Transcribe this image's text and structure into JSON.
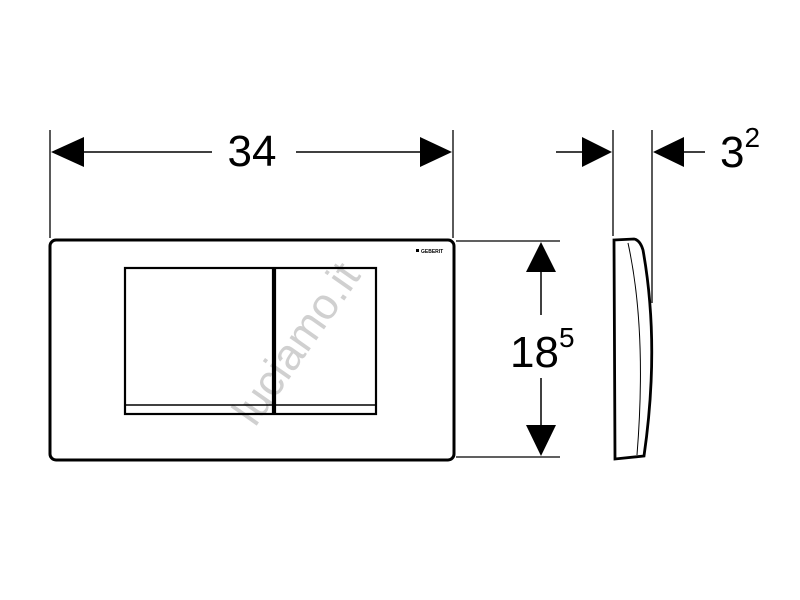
{
  "dimensions": {
    "width": {
      "main": "34",
      "sup": ""
    },
    "height": {
      "main": "18",
      "sup": "5"
    },
    "depth": {
      "main": "3",
      "sup": "2"
    }
  },
  "logo": "GEBERIT",
  "watermark": "luciamo.it",
  "colors": {
    "line": "#000000",
    "watermark": "#d0d0d0"
  }
}
